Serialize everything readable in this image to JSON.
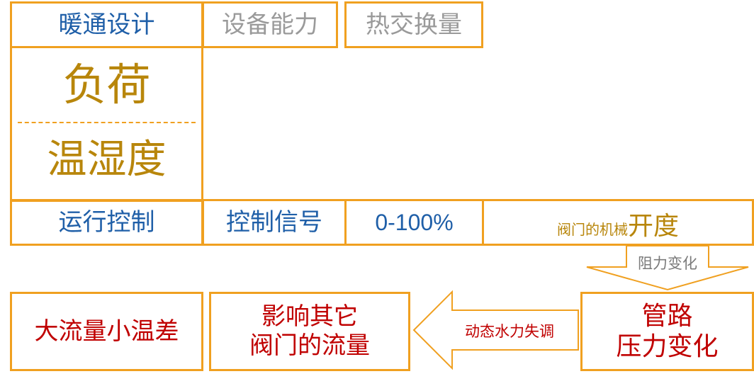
{
  "top_row": {
    "hvac_design": "暖通设计",
    "equipment_capacity": "设备能力",
    "heat_exchange": "热交换量"
  },
  "load_box": {
    "load": "负荷",
    "temp_humidity": "温湿度"
  },
  "control_row": {
    "operation_control": "运行控制",
    "control_signal": "控制信号",
    "percent_range": "0-100%",
    "valve_mech_prefix": "阀门的机械",
    "valve_opening": "开度"
  },
  "arrows": {
    "resistance_change": "阻力变化",
    "hydraulic_imbalance": "动态水力失调"
  },
  "bottom_row": {
    "big_flow_small_dt": "大流量小温差",
    "affect_other_valves_line1": "影响其它",
    "affect_other_valves_line2": "阀门的流量",
    "pipeline_line1": "管路",
    "pipeline_line2": "压力变化"
  },
  "colors": {
    "border": "#f0a020",
    "blue_text": "#1f5fa8",
    "gray_text": "#9a9a9a",
    "gold_text": "#b8860b",
    "red_text": "#c00000"
  }
}
